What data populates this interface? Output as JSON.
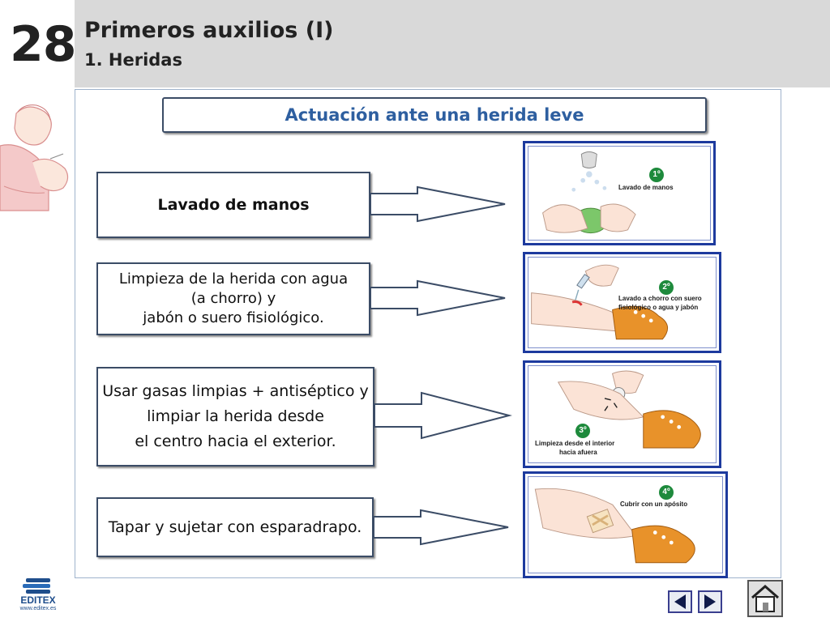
{
  "header": {
    "chapter_number": "28",
    "title": "Primeros auxilios (I)",
    "subtitle": "1. Heridas"
  },
  "main": {
    "heading": "Actuación ante una herida leve",
    "steps": [
      {
        "text_lines": [
          "Lavado de manos"
        ],
        "bold": true
      },
      {
        "text_lines": [
          "Limpieza de la herida con agua",
          "(a chorro) y",
          "jabón o suero fisiológico."
        ]
      },
      {
        "text_lines": [
          "Usar gasas limpias + antiséptico y",
          "limpiar la herida desde",
          "el centro hacia el exterior."
        ]
      },
      {
        "text_lines": [
          "Tapar y sujetar con esparadrapo."
        ]
      }
    ],
    "images": [
      {
        "badge": "1º",
        "caption_lines": [
          "Lavado de manos"
        ]
      },
      {
        "badge": "2º",
        "caption_lines": [
          "Lavado a chorro con suero",
          "fisiológico o agua y jabón"
        ]
      },
      {
        "badge": "3º",
        "caption_lines": [
          "Limpieza desde el interior",
          "hacia afuera"
        ]
      },
      {
        "badge": "4º",
        "caption_lines": [
          "Cubrir con un apósito"
        ]
      }
    ]
  },
  "footer": {
    "logo_name": "EDITEX",
    "logo_url": "www.editex.es",
    "icons": [
      "previous-icon",
      "next-icon",
      "home-icon"
    ]
  },
  "colors": {
    "header_bg": "#d9d9d9",
    "heading_text": "#2e5fa0",
    "box_border": "#3b4c66",
    "image_border": "#1d3a9e",
    "shoe": "#e8922a",
    "badge": "#1e8a3c"
  }
}
